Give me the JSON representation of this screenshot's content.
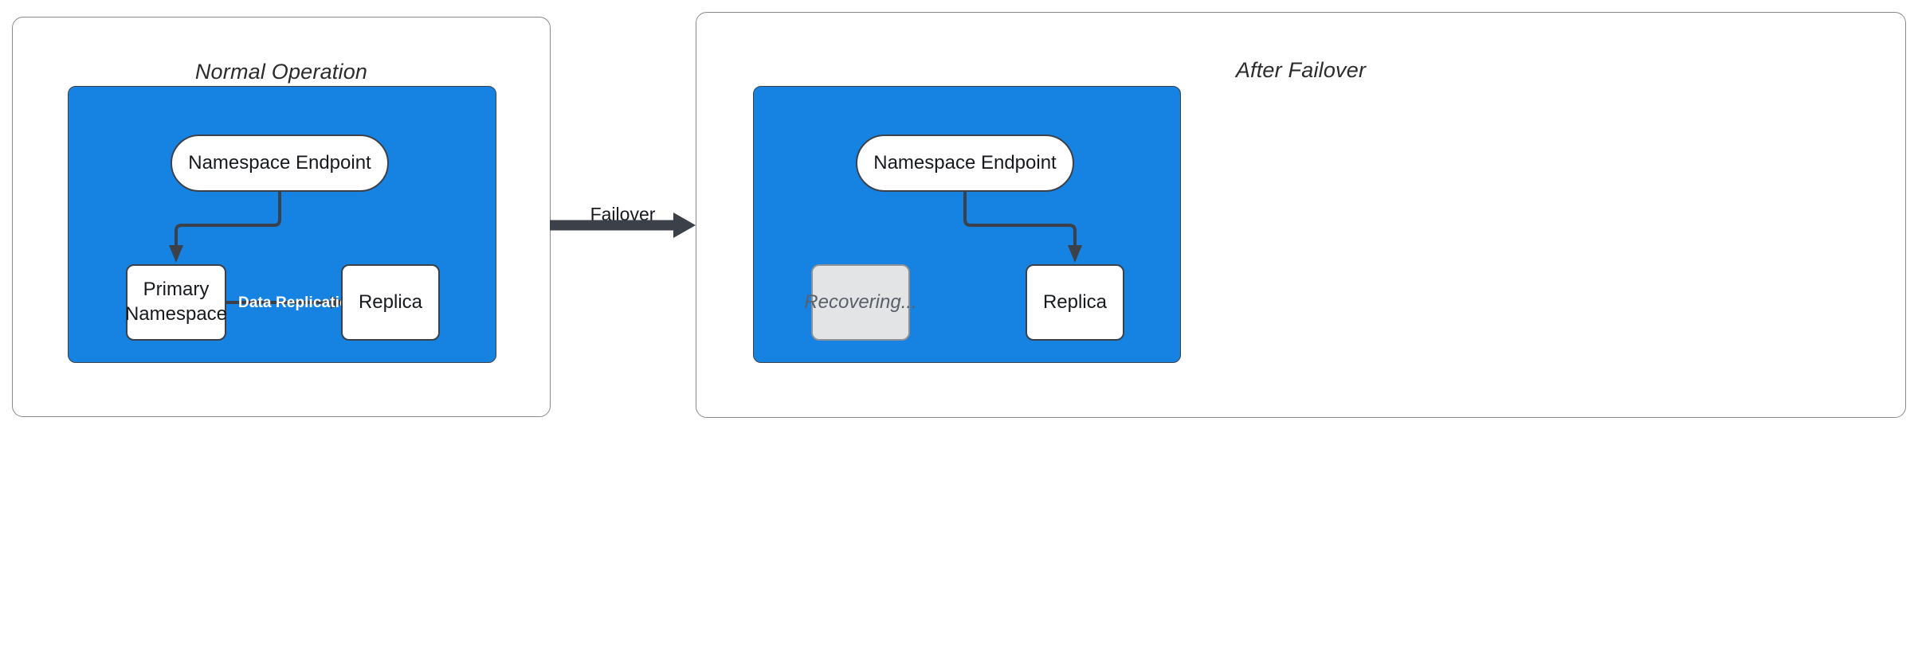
{
  "diagram": {
    "type": "failover-architecture",
    "background_color": "#ffffff",
    "accent_color": "#1683e2",
    "line_color": "#3c4149",
    "dim_color": "#e2e4e6"
  },
  "panels": [
    {
      "title": "Normal Operation",
      "endpoint": {
        "label": "Namespace Endpoint"
      },
      "nodes": [
        {
          "label_line1": "Primary",
          "label_line2": "Namespace",
          "state": "active"
        },
        {
          "label_line1": "Replica",
          "label_line2": "",
          "state": "active"
        }
      ],
      "edge_label": "Data Replication"
    },
    {
      "title": "After Failover",
      "endpoint": {
        "label": "Namespace Endpoint"
      },
      "nodes": [
        {
          "label_line1": "Recovering...",
          "label_line2": "",
          "state": "recovering"
        },
        {
          "label_line1": "Replica",
          "label_line2": "",
          "state": "active"
        }
      ],
      "edge_label": ""
    }
  ],
  "transition": {
    "label": "Failover"
  }
}
